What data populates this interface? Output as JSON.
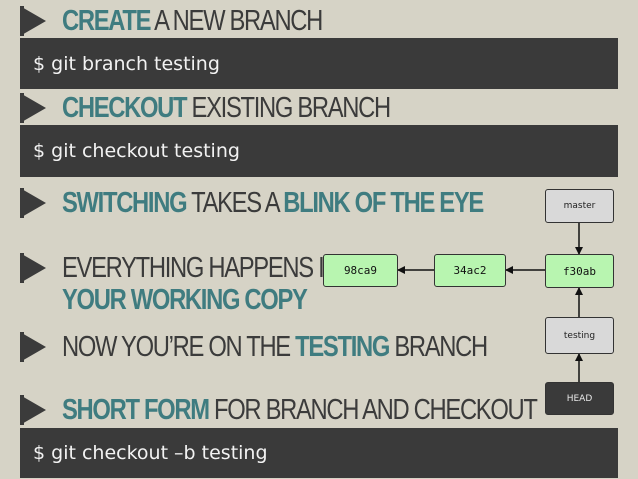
{
  "sections": [
    {
      "strong": "CREATE",
      "rest": "A NEW BRANCH"
    },
    {
      "strong": "CHECKOUT",
      "rest": "EXISTING BRANCH"
    },
    {
      "strong": "SWITCHING",
      "rest": "TAKES A",
      "strong2": "BLINK OF THE EYE"
    },
    {
      "line1": "EVERYTHING HAPPENS IN",
      "line2": "YOUR WORKING COPY"
    },
    {
      "pre": "NOW YOU’RE ON THE",
      "strong": "TESTING",
      "rest": "BRANCH"
    },
    {
      "strong": "SHORT FORM",
      "rest": "FOR BRANCH AND CHECKOUT"
    }
  ],
  "commands": [
    "$ git branch testing",
    "$ git checkout testing",
    "$ git checkout –b testing"
  ],
  "graph": {
    "commits": [
      "98ca9",
      "34ac2",
      "f30ab"
    ],
    "refs": {
      "master": "master",
      "testing": "testing",
      "head": "HEAD"
    }
  }
}
